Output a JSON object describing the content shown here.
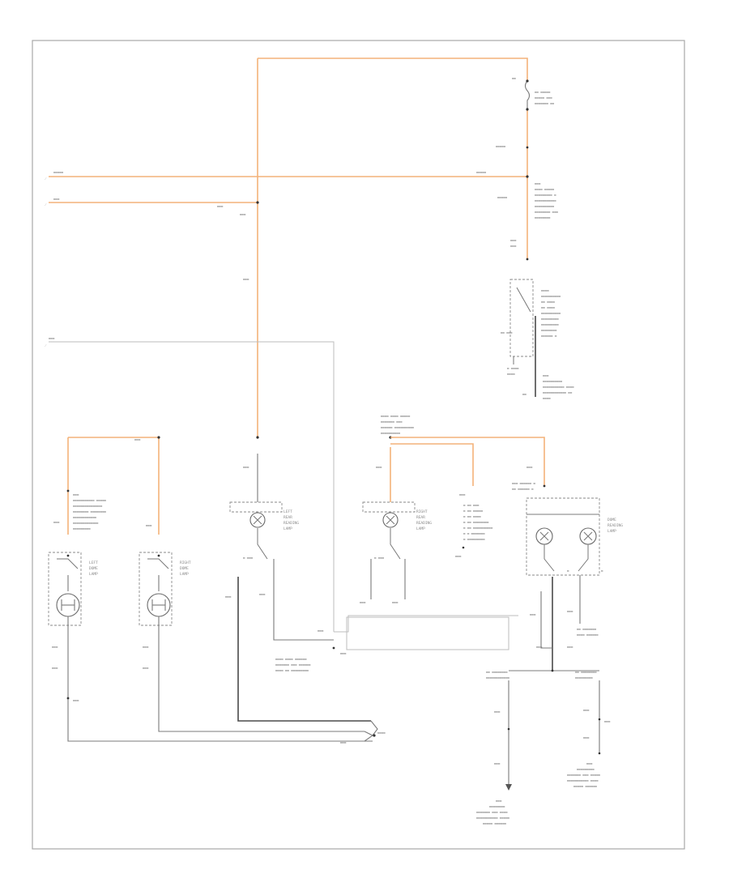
{
  "diagram_id": "",
  "lamps": {
    "left_dome": [
      "LEFT",
      "DOME",
      "LAMP"
    ],
    "right_dome": [
      "RIGHT",
      "DOME",
      "LAMP"
    ],
    "left_reading": [
      "LEFT",
      "REAR",
      "READING",
      "LAMP"
    ],
    "right_reading": [
      "RIGHT",
      "REAR",
      "READING",
      "LAMP"
    ],
    "dome_reading": [
      "DOME",
      "READING",
      "LAMP"
    ]
  },
  "colors": {
    "power_wire": "#f3b27a",
    "ground_wire": "#4a4a4a",
    "signal_wire": "#7b7b7b",
    "frame": "#a8a8a8"
  }
}
